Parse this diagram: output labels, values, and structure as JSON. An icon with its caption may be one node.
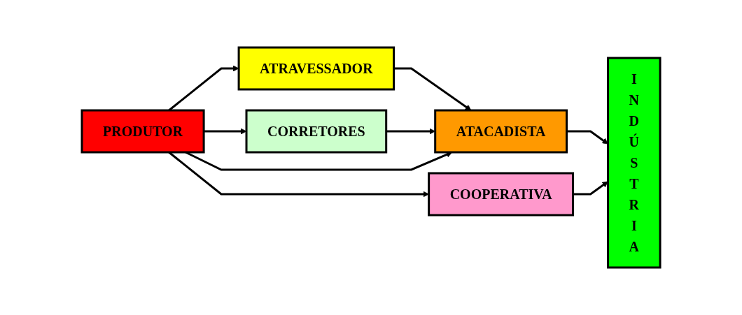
{
  "diagram": {
    "nodes": [
      {
        "text": [
          "PRODUTOR"
        ]
      },
      {
        "text": [
          "ATRAVESSADOR"
        ]
      },
      {
        "text": [
          "CORRETORES"
        ]
      },
      {
        "text": [
          "ATACADISTA"
        ]
      },
      {
        "text": [
          "COOPERATIVA"
        ]
      },
      {
        "text": [
          "INDÚSTRIA"
        ]
      }
    ],
    "edges": [
      {
        "from": 0,
        "to": 1,
        "arrow": "to"
      },
      {
        "from": 0,
        "to": 2,
        "arrow": "to"
      },
      {
        "from": 1,
        "to": 3,
        "arrow": "to"
      },
      {
        "from": 2,
        "to": 3,
        "arrow": "to"
      },
      {
        "from": 0,
        "to": 3,
        "arrow": "to"
      },
      {
        "from": 0,
        "to": 4,
        "arrow": "to"
      },
      {
        "from": 3,
        "to": 5,
        "arrow": "to"
      },
      {
        "from": 4,
        "to": 5,
        "arrow": "to"
      }
    ]
  }
}
